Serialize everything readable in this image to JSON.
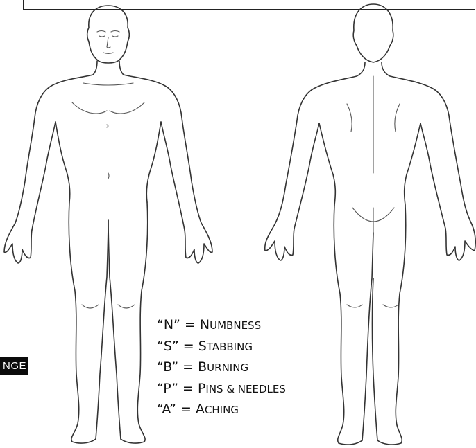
{
  "side_tab": {
    "text": "NGE"
  },
  "legend": {
    "items": [
      {
        "code": "“N”",
        "eq": "=",
        "first": "N",
        "rest": "UMBNESS"
      },
      {
        "code": "“S”",
        "eq": "=",
        "first": "S",
        "rest": "TABBING"
      },
      {
        "code": "“B”",
        "eq": "=",
        "first": "B",
        "rest": "URNING"
      },
      {
        "code": "“P”",
        "eq": "=",
        "first": "P",
        "rest": "INS & NEEDLES"
      },
      {
        "code": "“A”",
        "eq": "=",
        "first": "A",
        "rest": "CHING"
      }
    ]
  }
}
